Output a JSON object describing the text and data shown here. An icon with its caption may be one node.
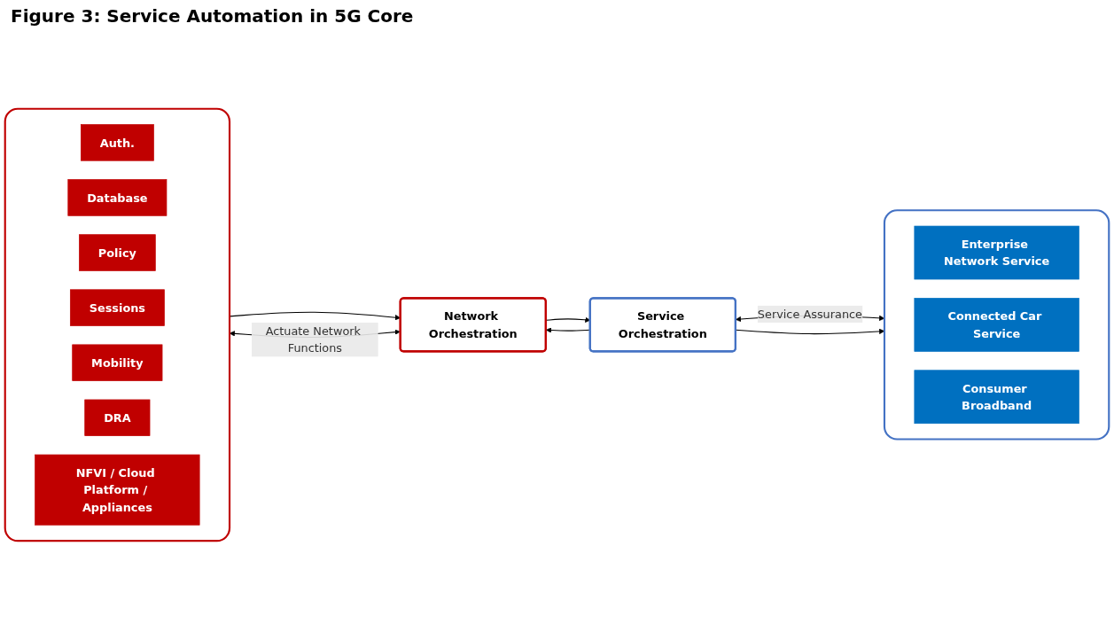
{
  "diagram": {
    "title": "Figure 3: Service Automation in 5G Core",
    "nodes": [
      {
        "text": [
          "Service Orchestration"
        ]
      },
      {
        "text": [],
        "shape": "box"
      },
      {
        "text": [
          "Enterprise Network Service"
        ],
        "in": 1
      },
      {
        "text": [
          "Connected Car Service"
        ],
        "in": 1
      },
      {
        "text": [
          "Consumer Broadband"
        ],
        "in": 1
      },
      {
        "text": [
          "Network Orchestration"
        ]
      },
      {
        "text": [],
        "shape": "box"
      },
      {
        "text": [
          "Auth."
        ],
        "in": 6
      },
      {
        "text": [
          "Database"
        ],
        "in": 6
      },
      {
        "text": [
          "Policy"
        ],
        "in": 6
      },
      {
        "text": [
          "Sessions"
        ],
        "in": 6
      },
      {
        "text": [
          "Mobility"
        ],
        "in": 6
      },
      {
        "text": [
          "DRA"
        ],
        "in": 6
      },
      {
        "text": [
          "NFVI / Cloud Platform / Appliances"
        ],
        "in": 6
      }
    ],
    "edges": [
      {
        "from": 0,
        "to": 1,
        "arrow": "both",
        "label": "Service Assurance"
      },
      {
        "from": 0,
        "to": 1,
        "arrow": "to"
      },
      {
        "from": 0,
        "to": 5,
        "arrow": "to"
      },
      {
        "from": 5,
        "to": 0,
        "arrow": "to"
      },
      {
        "from": 6,
        "to": 5,
        "arrow": "to"
      },
      {
        "from": 5,
        "to": 6,
        "arrow": "both",
        "label": "Actuate Network Functions"
      }
    ]
  }
}
